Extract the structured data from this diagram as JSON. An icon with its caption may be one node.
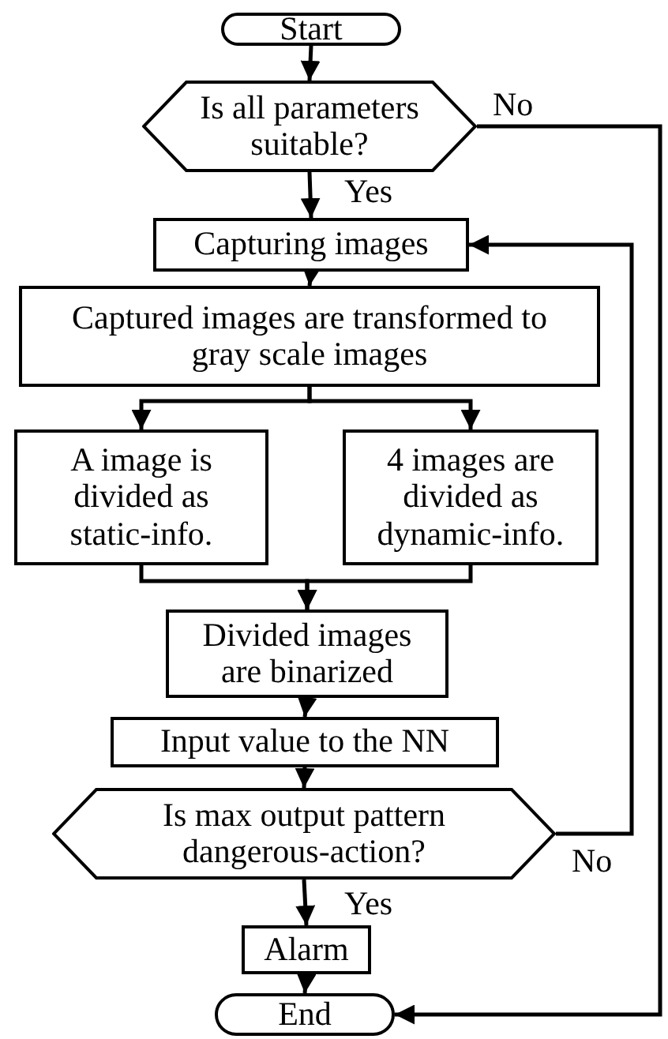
{
  "diagram": {
    "nodes": [
      {
        "text": [
          "Start"
        ]
      },
      {
        "text": [
          "Is all parameters suitable?"
        ]
      },
      {
        "text": [
          "Capturing images"
        ]
      },
      {
        "text": [
          "Captured images are transformed to gray scale images"
        ]
      },
      {
        "text": [
          "A image is divided as static-info."
        ]
      },
      {
        "text": [
          "4 images are divided as dynamic-info."
        ]
      },
      {
        "text": [
          "Divided images are binarized"
        ]
      },
      {
        "text": [
          "Input value to the NN"
        ]
      },
      {
        "text": [
          "Is max output pattern dangerous-action?"
        ]
      },
      {
        "text": [
          "Alarm"
        ]
      },
      {
        "text": [
          "End"
        ]
      }
    ],
    "edges": [
      {
        "from": 0,
        "to": 1,
        "arrow": "to"
      },
      {
        "from": 1,
        "to": 2,
        "arrow": "to",
        "label": "Yes"
      },
      {
        "from": 1,
        "to": 10,
        "arrow": "to",
        "label": "No"
      },
      {
        "from": 2,
        "to": 3,
        "arrow": "to"
      },
      {
        "from": 3,
        "to": 4,
        "arrow": "to"
      },
      {
        "from": 3,
        "to": 5,
        "arrow": "to"
      },
      {
        "from": 4,
        "to": 6,
        "arrow": "to"
      },
      {
        "from": 5,
        "to": 6,
        "arrow": "to"
      },
      {
        "from": 6,
        "to": 7,
        "arrow": "to"
      },
      {
        "from": 7,
        "to": 8,
        "arrow": "to"
      },
      {
        "from": 8,
        "to": 2,
        "arrow": "to",
        "label": "No"
      },
      {
        "from": 8,
        "to": 9,
        "arrow": "to",
        "label": "Yes"
      },
      {
        "from": 9,
        "to": 10,
        "arrow": "to"
      }
    ]
  }
}
